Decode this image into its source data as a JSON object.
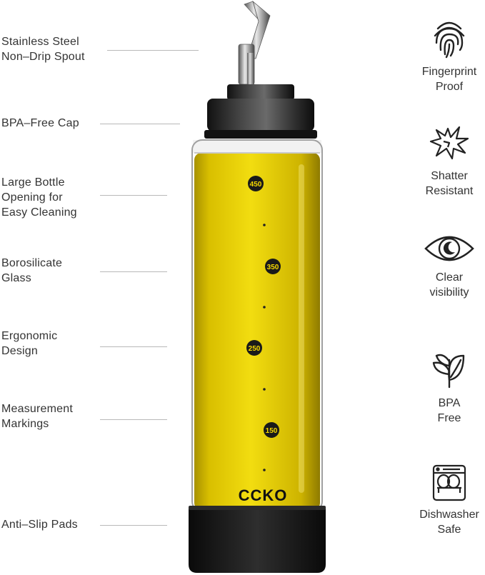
{
  "callouts": [
    {
      "id": "spout",
      "text": "Stainless Steel\nNon–Drip Spout"
    },
    {
      "id": "cap",
      "text": "BPA–Free Cap"
    },
    {
      "id": "opening",
      "text": "Large Bottle\nOpening for\nEasy Cleaning"
    },
    {
      "id": "glass",
      "text": "Borosilicate\nGlass"
    },
    {
      "id": "ergonomic",
      "text": "Ergonomic\nDesign"
    },
    {
      "id": "markings",
      "text": "Measurement\nMarkings"
    },
    {
      "id": "pads",
      "text": "Anti–Slip Pads"
    }
  ],
  "features": [
    {
      "id": "fingerprint",
      "icon": "fingerprint-icon",
      "text": "Fingerprint\nProof"
    },
    {
      "id": "shatter",
      "icon": "shatter-icon",
      "text": "Shatter\nResistant"
    },
    {
      "id": "clear",
      "icon": "eye-icon",
      "text": "Clear\nvisibility"
    },
    {
      "id": "bpa",
      "icon": "leaf-icon",
      "text": "BPA\nFree"
    },
    {
      "id": "dishwasher",
      "icon": "dishwasher-icon",
      "text": "Dishwasher\nSafe"
    }
  ],
  "bottle": {
    "brand": "CCKO",
    "markings": [
      "450",
      "350",
      "250",
      "150"
    ],
    "colors": {
      "oil": "#e6cc00",
      "cap": "#222222",
      "steel": "#b0b0b0",
      "base": "#1a1a1a"
    }
  }
}
